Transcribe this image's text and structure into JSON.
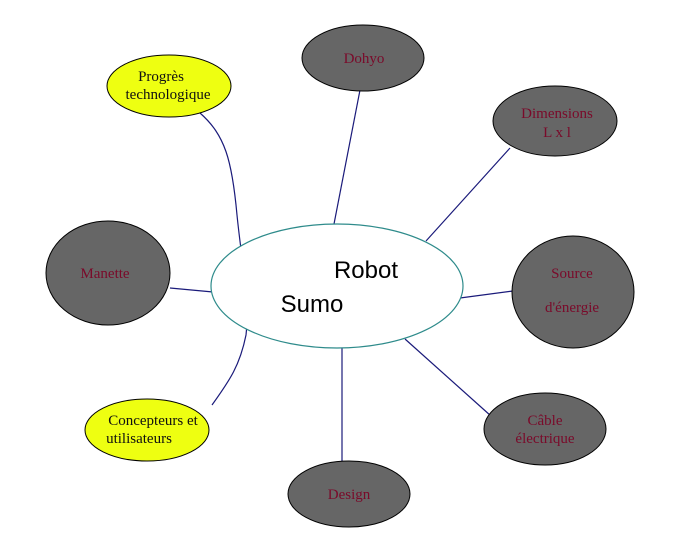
{
  "diagram": {
    "central": {
      "line1": "Robot",
      "line2": "Sumo"
    },
    "nodes": {
      "dohyo": "Dohyo",
      "dimensions": {
        "line1": "Dimensions",
        "line2": "L x l"
      },
      "source": {
        "line1": "Source",
        "line2": "d'énergie"
      },
      "cable": {
        "line1": "Câble",
        "line2": "électrique"
      },
      "design": "Design",
      "manette": "Manette",
      "progres": {
        "line1": "Progrès",
        "line2": "technologique"
      },
      "concepteurs": {
        "line1": "Concepteurs et",
        "line2": "utilisateurs"
      }
    },
    "colors": {
      "gray_node_fill": "#666666",
      "gray_node_text": "#7a0a2a",
      "yellow_node_fill": "#eeff11",
      "central_stroke": "#2e8b8b",
      "connector": "#1a1a7a"
    }
  }
}
